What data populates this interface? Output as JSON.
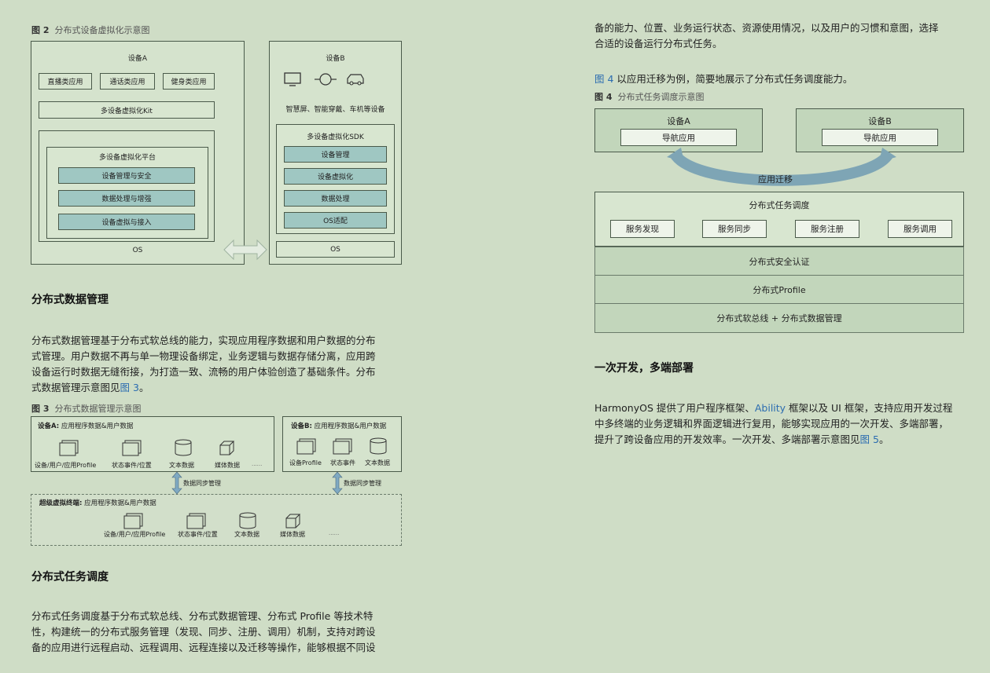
{
  "left": {
    "fig2": {
      "caption_num": "图 2",
      "caption_text": "分布式设备虚拟化示意图",
      "deviceA": {
        "title": "设备A",
        "apps": [
          "直播类应用",
          "通话类应用",
          "健身类应用"
        ],
        "kit": "多设备虚拟化Kit",
        "platform": "多设备虚拟化平台",
        "platform_items": [
          "设备管理与安全",
          "数据处理与增强",
          "设备虚拟与接入"
        ],
        "os": "OS"
      },
      "deviceB": {
        "title": "设备B",
        "devices_label": "智慧屏、智能穿戴、车机等设备",
        "sdk": "多设备虚拟化SDK",
        "sdk_items": [
          "设备管理",
          "设备虚拟化",
          "数据处理",
          "OS适配"
        ],
        "os": "OS"
      }
    },
    "section1": {
      "heading": "分布式数据管理",
      "lines": [
        "分布式数据管理基于分布式软总线的能力，实现应用程序数据和用户数据的分布",
        "式管理。用户数据不再与单一物理设备绑定，业务逻辑与数据存储分离，应用跨",
        "设备运行时数据无缝衔接，为打造一致、流畅的用户体验创造了基础条件。分布"
      ],
      "last_line_prefix": "式数据管理示意图见",
      "last_line_link": "图 3",
      "last_line_suffix": "。"
    },
    "fig3": {
      "caption_num": "图 3",
      "caption_text": "分布式数据管理示意图",
      "deviceA_title": "设备A:",
      "deviceA_sub": "应用程序数据&用户数据",
      "deviceA_items": [
        "设备/用户/应用Profile",
        "状态事件/位置",
        "文本数据",
        "媒体数据",
        "......"
      ],
      "deviceB_title": "设备B:",
      "deviceB_sub": "应用程序数据&用户数据",
      "deviceB_items": [
        "设备Profile",
        "状态事件",
        "文本数据"
      ],
      "sync_label_a": "数据同步管理",
      "sync_label_b": "数据同步管理",
      "super_title": "超级虚拟终端:",
      "super_sub": "应用程序数据&用户数据",
      "super_items": [
        "设备/用户/应用Profile",
        "状态事件/位置",
        "文本数据",
        "媒体数据",
        "......"
      ]
    },
    "section2": {
      "heading": "分布式任务调度",
      "lines": [
        "分布式任务调度基于分布式软总线、分布式数据管理、分布式 Profile 等技术特",
        "性，构建统一的分布式服务管理（发现、同步、注册、调用）机制，支持对跨设",
        "备的应用进行远程启动、远程调用、远程连接以及迁移等操作，能够根据不同设"
      ]
    }
  },
  "right": {
    "top_lines": [
      "备的能力、位置、业务运行状态、资源使用情况，以及用户的习惯和意图，选择",
      "合适的设备运行分布式任务。"
    ],
    "intro_link": "图 4",
    "intro_text": "以应用迁移为例，简要地展示了分布式任务调度能力。",
    "fig4": {
      "caption_num": "图 4",
      "caption_text": "分布式任务调度示意图",
      "deviceA": "设备A",
      "deviceA_app": "导航应用",
      "deviceB": "设备B",
      "deviceB_app": "导航应用",
      "migration": "应用迁移",
      "scheduler": "分布式任务调度",
      "services": [
        "服务发现",
        "服务同步",
        "服务注册",
        "服务调用"
      ],
      "security": "分布式安全认证",
      "profile": "分布式Profile",
      "bus": "分布式软总线 + 分布式数据管理"
    },
    "section3": {
      "heading": "一次开发，多端部署",
      "line1_a": "HarmonyOS 提供了用户程序框架、",
      "line1_link": "Ability",
      "line1_b": " 框架以及 UI 框架，支持应用开发过程",
      "line2": "中多终端的业务逻辑和界面逻辑进行复用，能够实现应用的一次开发、多端部署，",
      "line3_a": "提升了跨设备应用的开发效率。一次开发、多端部署示意图见",
      "line3_link": "图 5",
      "line3_b": "。"
    }
  }
}
